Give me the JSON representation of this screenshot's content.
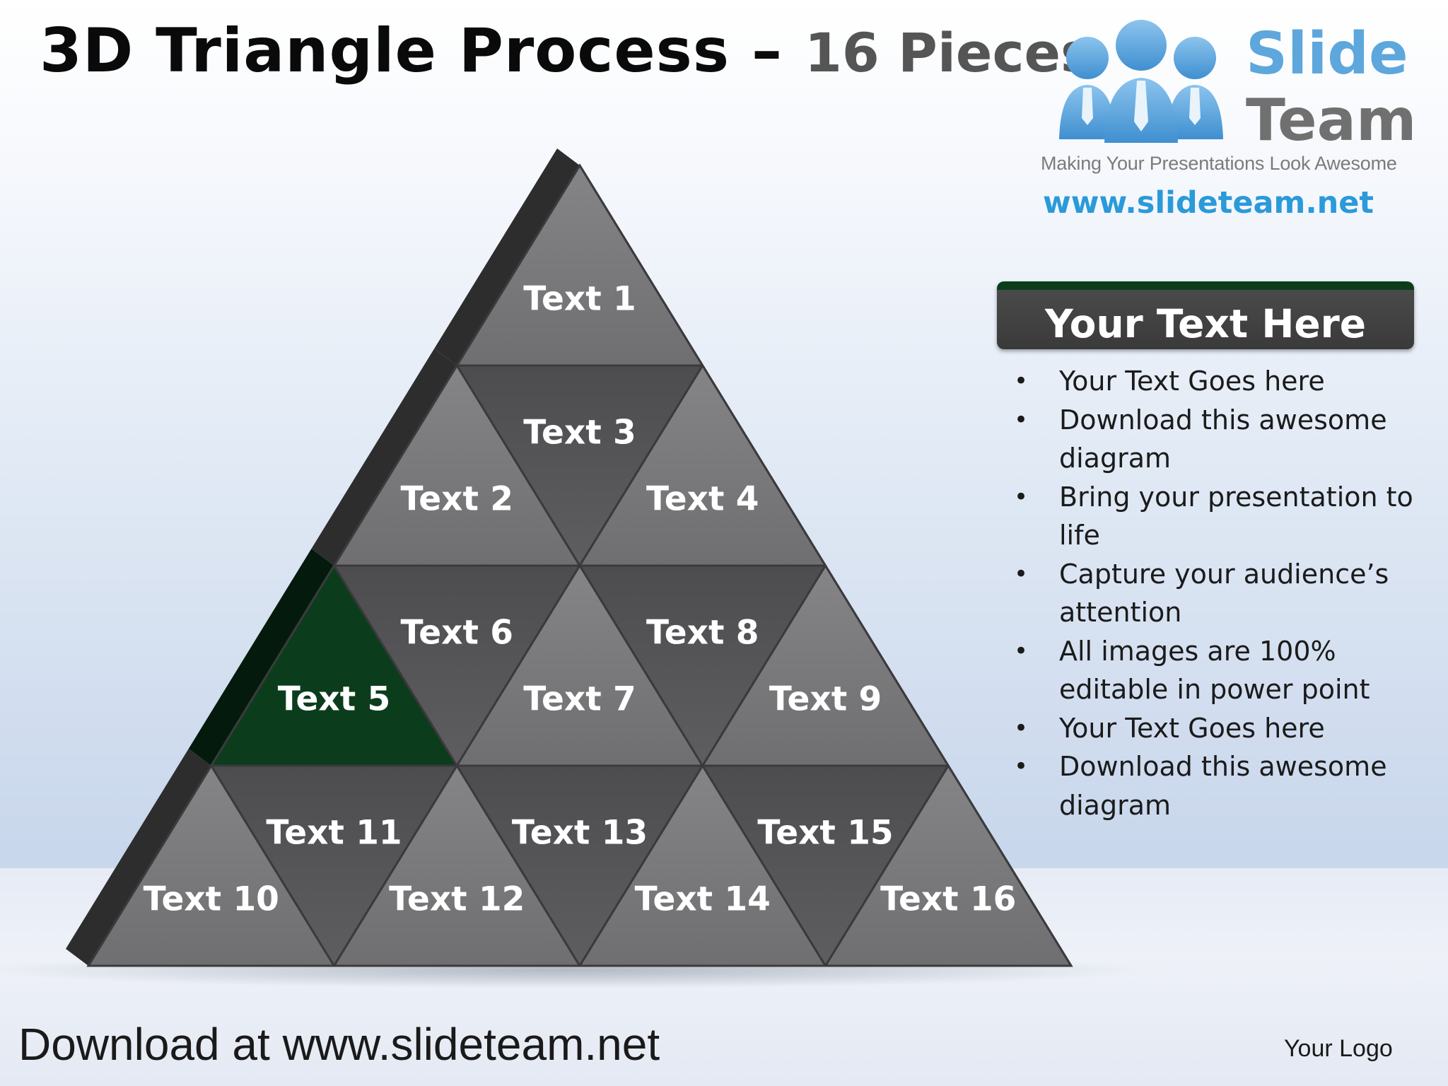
{
  "title": {
    "main": "3D Triangle Process – ",
    "sub": "16 Pieces"
  },
  "logo": {
    "name_line1": "Slide",
    "name_line2": "Team",
    "tagline": "Making Your Presentations Look Awesome",
    "url": "www.slideteam.net",
    "icon": "people-group-icon"
  },
  "pyramid": {
    "pieces": [
      {
        "label": "Text 1"
      },
      {
        "label": "Text 2"
      },
      {
        "label": "Text 3"
      },
      {
        "label": "Text 4"
      },
      {
        "label": "Text 5"
      },
      {
        "label": "Text 6"
      },
      {
        "label": "Text 7"
      },
      {
        "label": "Text 8"
      },
      {
        "label": "Text 9"
      },
      {
        "label": "Text 10"
      },
      {
        "label": "Text 11"
      },
      {
        "label": "Text 12"
      },
      {
        "label": "Text 13"
      },
      {
        "label": "Text 14"
      },
      {
        "label": "Text 15"
      },
      {
        "label": "Text 16"
      }
    ],
    "highlighted": "Text 5",
    "colors": {
      "up_face": "#7a797a",
      "down_face": "#555457",
      "highlight": "#0b3d1c",
      "side": "#2d2d2d",
      "side_highlight": "#041a0c"
    }
  },
  "sidebar": {
    "heading": "Your Text Here",
    "bullets": [
      "Your Text Goes here",
      "Download this awesome diagram",
      "Bring your presentation to life",
      "Capture your audience’s attention",
      "All images are 100% editable in power point",
      "Your Text Goes here",
      "Download this awesome diagram"
    ],
    "bullet_glyph": "•"
  },
  "footer": {
    "download_text": "Download at www.slideteam.net",
    "logo_placeholder": "Your Logo"
  }
}
